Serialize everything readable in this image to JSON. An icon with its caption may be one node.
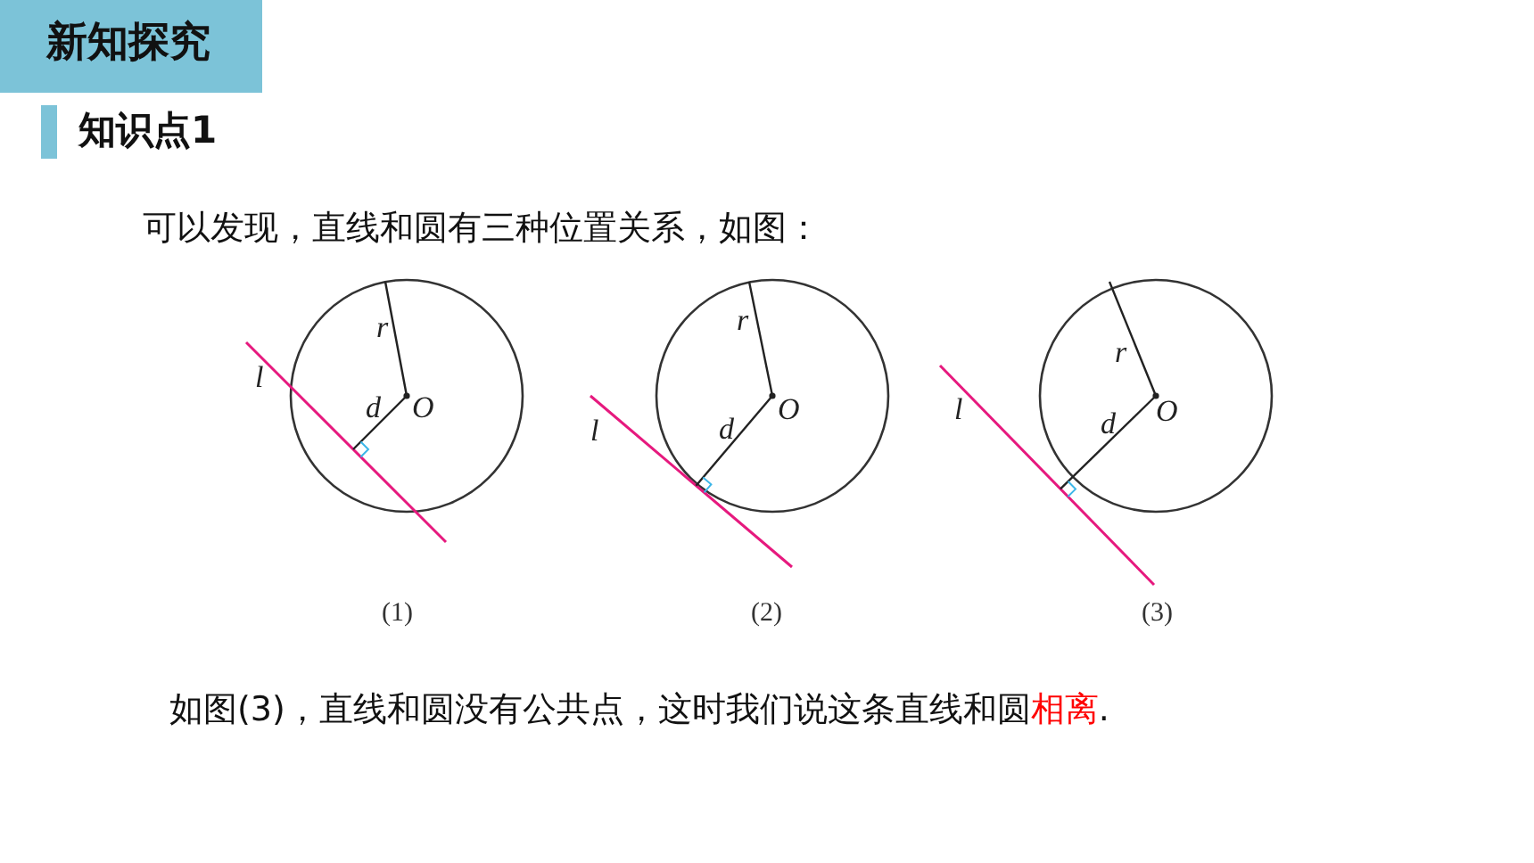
{
  "diagram": {
    "labels": [
      "新知探究",
      "知识点1",
      "可以发现，直线和圆有三种位置关系，如图：",
      "r",
      "l",
      "d",
      "O",
      "(1)",
      "r",
      "l",
      "d",
      "O",
      "(2)",
      "r",
      "l",
      "d",
      "O",
      "(3)",
      "如图(3)，直线和圆没有公共点，这时我们说这条直线和圆**相离**."
    ]
  }
}
